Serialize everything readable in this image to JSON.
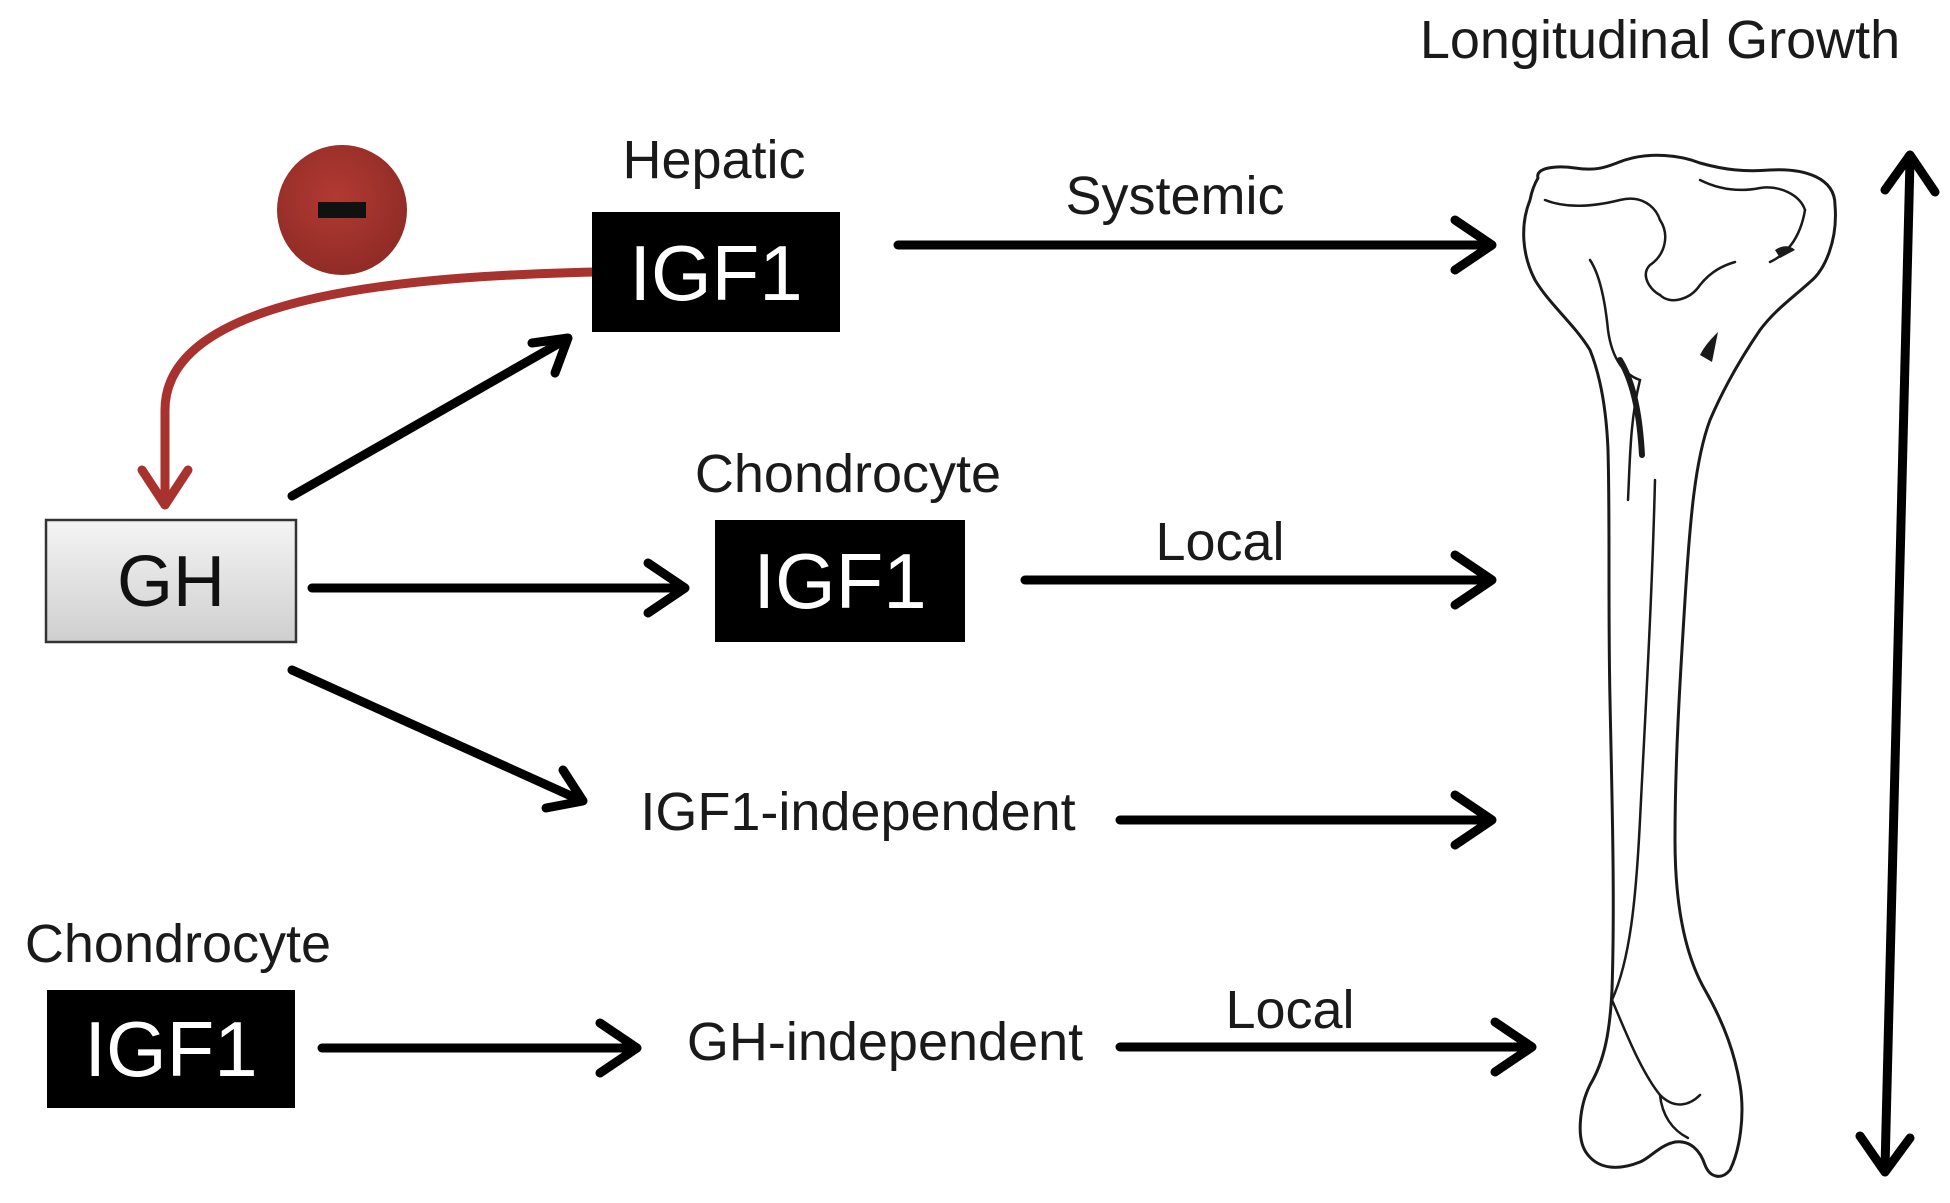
{
  "title": "Longitudinal Growth",
  "gh": {
    "label": "GH"
  },
  "hepatic": {
    "caption": "Hepatic",
    "box": "IGF1",
    "route": "Systemic"
  },
  "chondrocyte_gh": {
    "caption": "Chondrocyte",
    "box": "IGF1",
    "route": "Local"
  },
  "igf1_independent": {
    "label": "IGF1-independent"
  },
  "chondrocyte_local": {
    "caption": "Chondrocyte",
    "box": "IGF1",
    "pathway": "GH-independent",
    "route": "Local"
  },
  "feedback": {
    "symbol": "−"
  },
  "colors": {
    "box_fill": "#000000",
    "gh_fill": "#e6e6e6",
    "feedback": "#a8322d",
    "feedback_badge": "#9b2f2a"
  },
  "icons": [
    "bone-illustration",
    "inhibition-minus-icon",
    "double-headed-arrow-icon"
  ]
}
